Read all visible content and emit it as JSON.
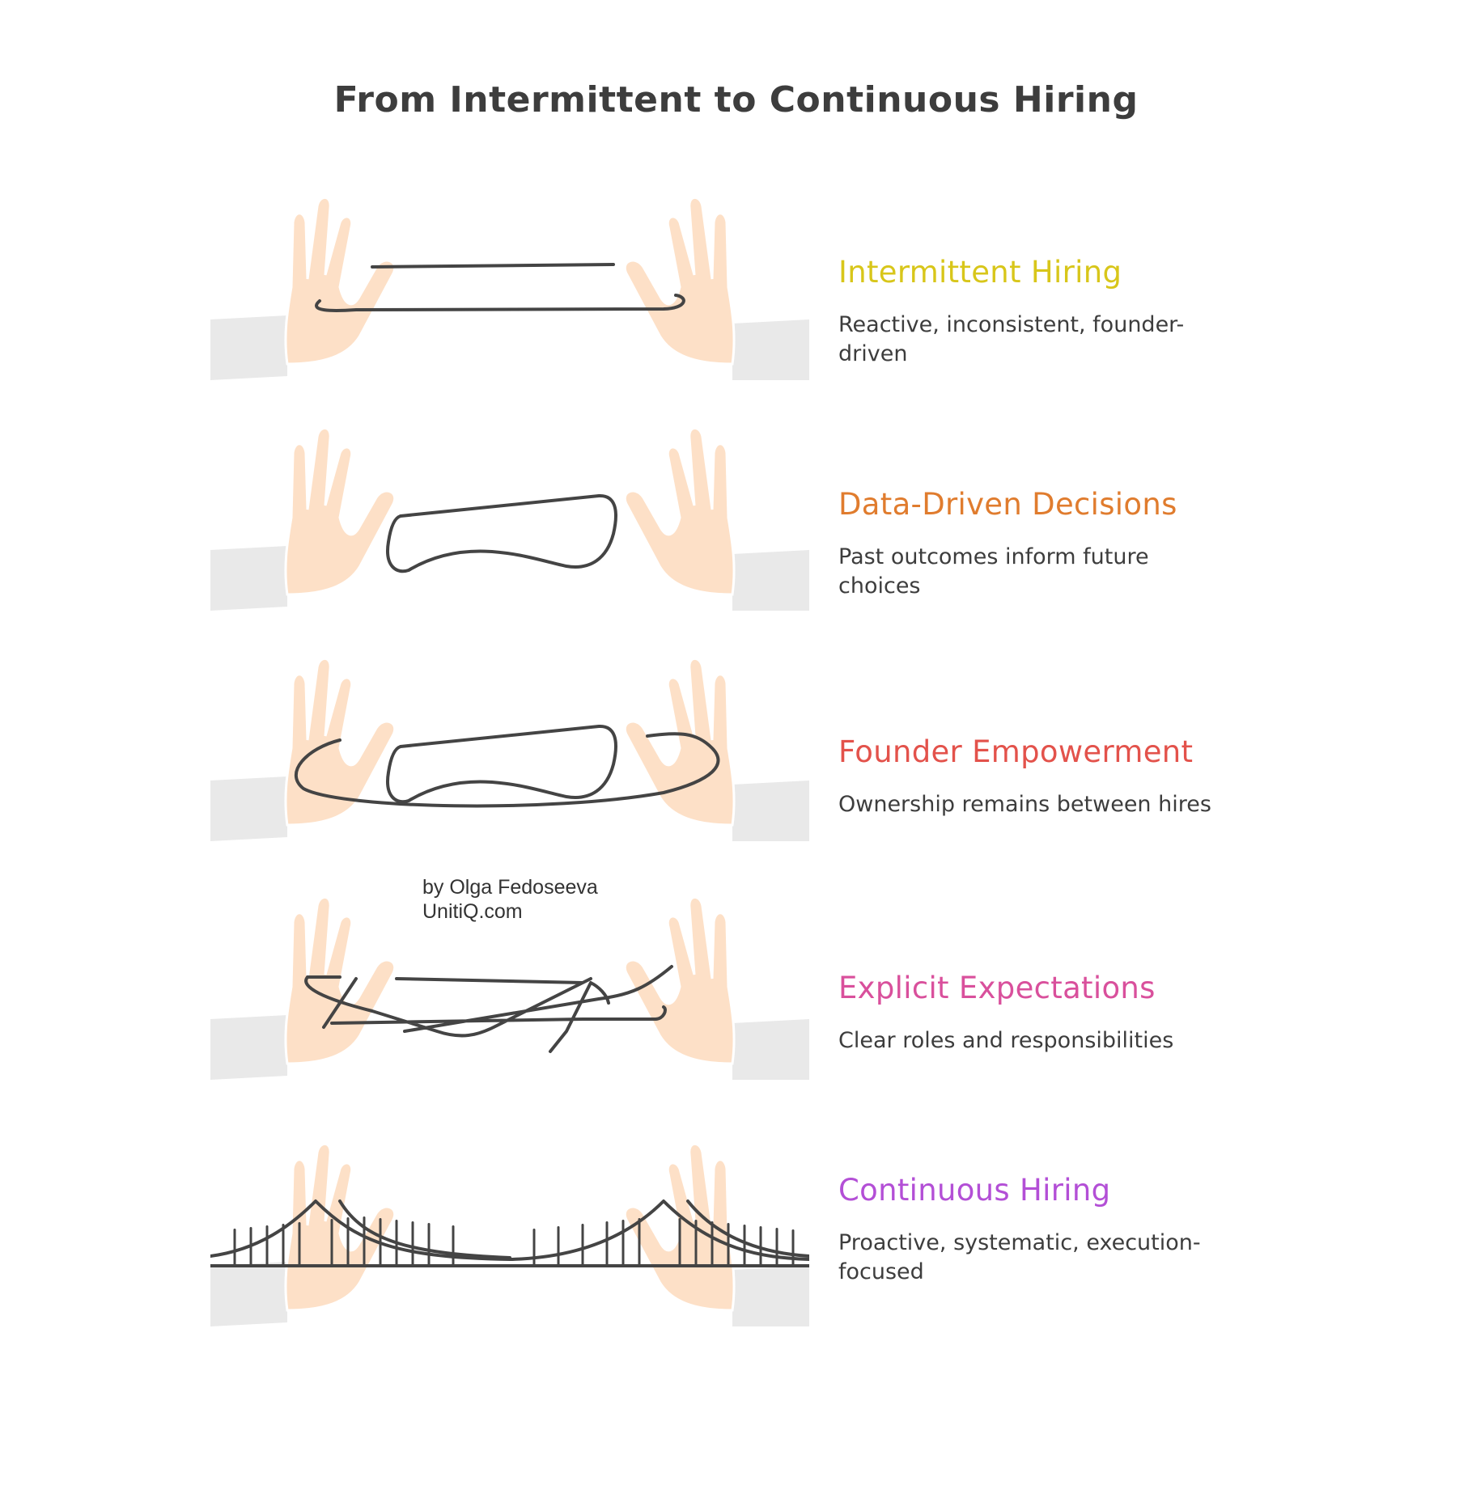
{
  "title": "From Intermittent to Continuous Hiring",
  "credit": {
    "author": "by Olga Fedoseeva",
    "site": "UnitiQ.com"
  },
  "colors": {
    "hand": "#fde0c7",
    "sleeve": "#e9e9e9",
    "string": "#444444"
  },
  "stages": [
    {
      "name": "Intermittent Hiring",
      "description": "Reactive, inconsistent, founder-driven",
      "color": "#d8c61a",
      "icon": "string-loop-icon"
    },
    {
      "name": "Data-Driven Decisions",
      "description": "Past outcomes inform future choices",
      "color": "#e07c2e",
      "icon": "string-cross-icon"
    },
    {
      "name": "Founder Empowerment",
      "description": "Ownership remains between hires",
      "color": "#e3524b",
      "icon": "string-figure-icon"
    },
    {
      "name": "Explicit Expectations",
      "description": "Clear roles and responsibilities",
      "color": "#d9509c",
      "icon": "string-web-icon"
    },
    {
      "name": "Continuous Hiring",
      "description": "Proactive, systematic, execution-focused",
      "color": "#b34fd6",
      "icon": "bridge-icon"
    }
  ]
}
